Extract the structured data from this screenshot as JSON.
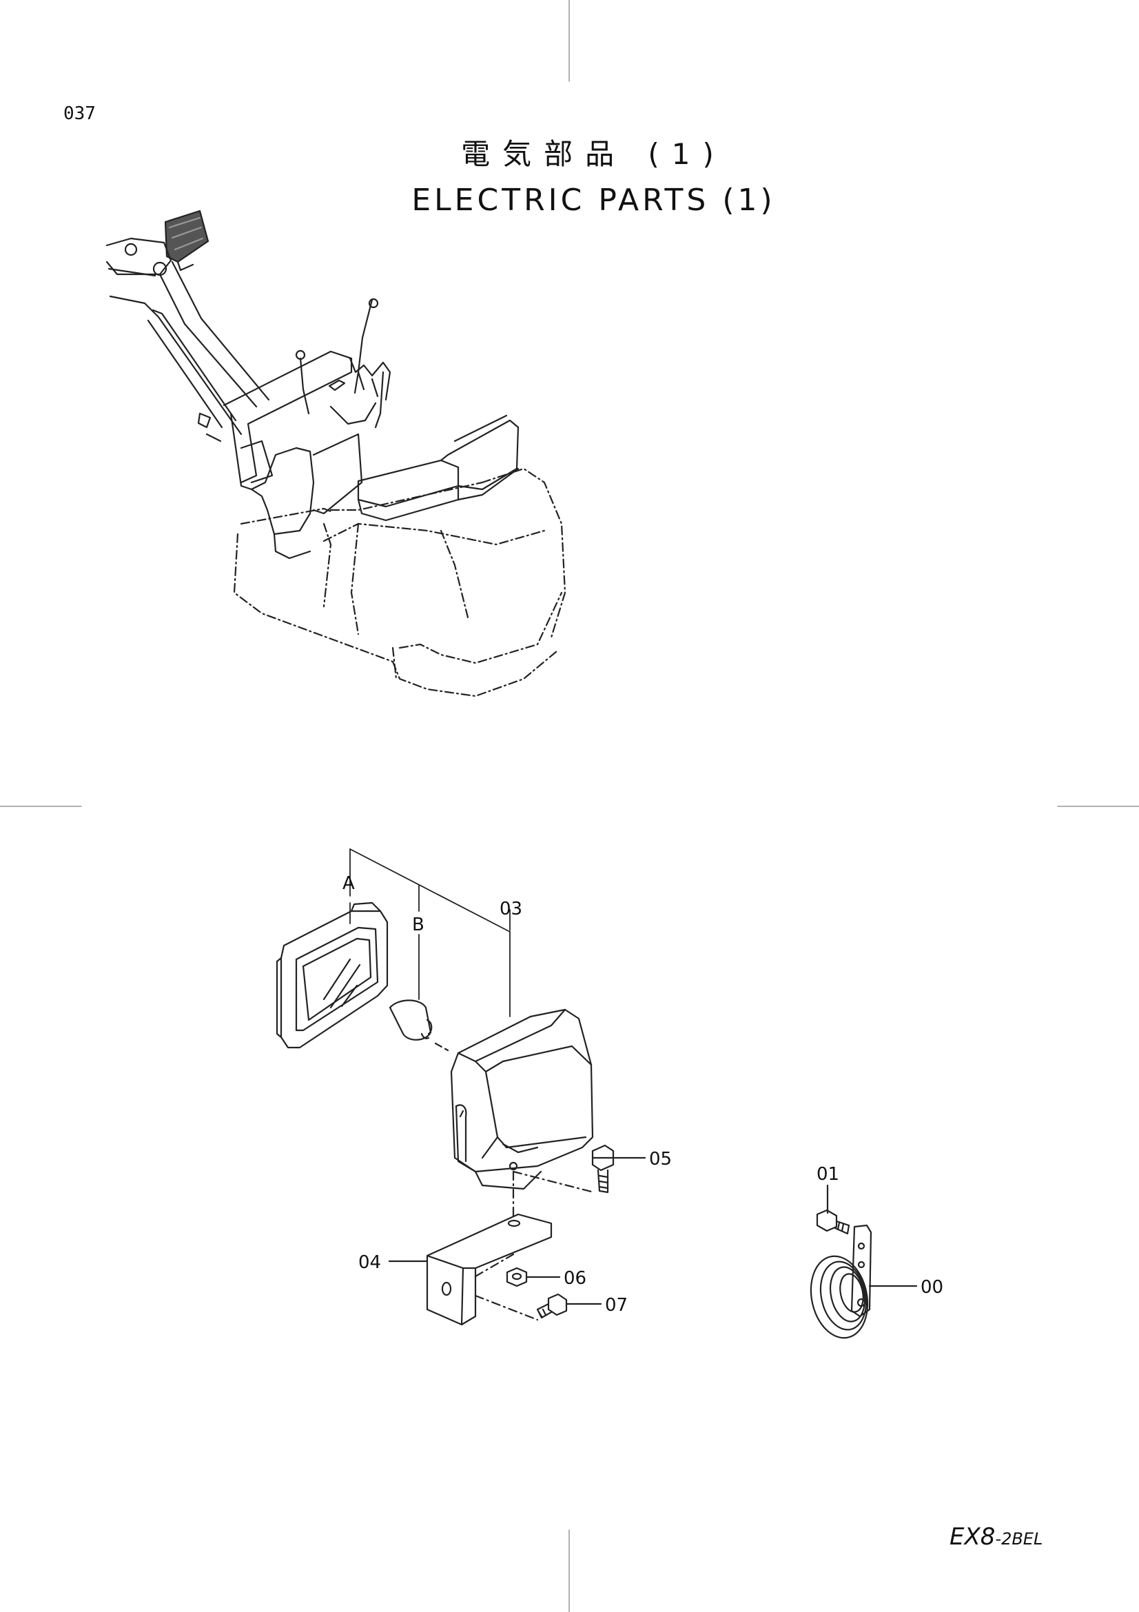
{
  "page": {
    "number": "037",
    "title_jp": "電気部品 (1)",
    "title_en": "ELECTRIC PARTS (1)",
    "model_main": "EX8",
    "model_suffix": "-2BEL"
  },
  "diagram": {
    "callouts": [
      {
        "id": "A",
        "text": "A"
      },
      {
        "id": "B",
        "text": "B"
      },
      {
        "id": "03",
        "text": "03"
      },
      {
        "id": "05",
        "text": "05"
      },
      {
        "id": "04",
        "text": "04"
      },
      {
        "id": "06",
        "text": "06"
      },
      {
        "id": "07",
        "text": "07"
      },
      {
        "id": "01",
        "text": "01"
      },
      {
        "id": "00",
        "text": "00"
      }
    ]
  }
}
